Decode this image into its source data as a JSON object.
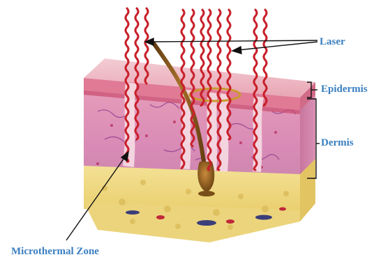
{
  "labels": {
    "laser": "Laser",
    "epidermis": "Epidermis",
    "dermis": "Dermis",
    "microthermal_zone": "Microthermal Zone"
  },
  "colors": {
    "label_text": "#3a7fc0",
    "laser_beam": "#c8202a",
    "epidermis": "#e7a0b0",
    "dermis": "#dc8fb8",
    "fat_layer": "#efd77a",
    "hair": "#8a5a1c",
    "bracket": "#111111"
  },
  "icons": {
    "laser_beams": "wavy-red-lines",
    "hair_follicle": "hair-shaft-with-bulb",
    "heat_ring": "gold-ring"
  }
}
